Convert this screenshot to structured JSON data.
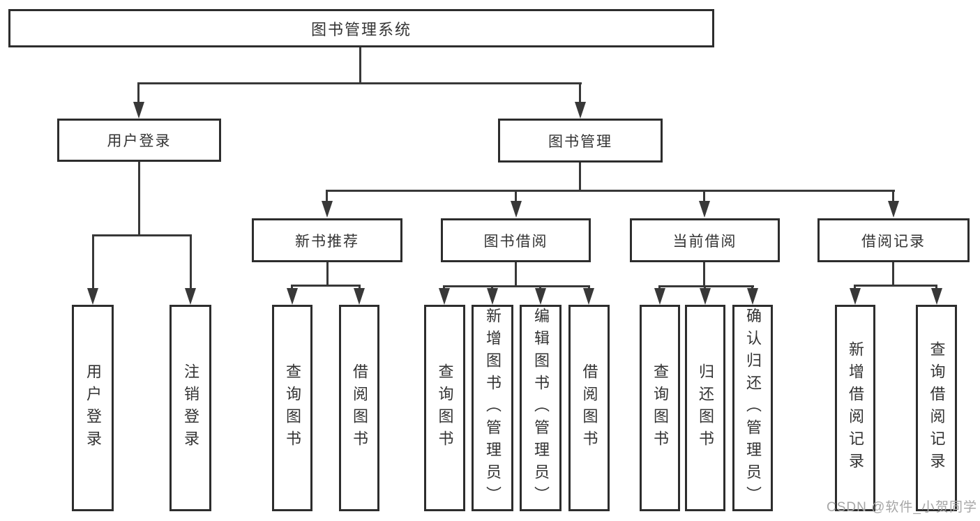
{
  "nodes": {
    "root": "图书管理系统",
    "level2": [
      "用户登录",
      "图书管理"
    ],
    "level3": [
      "新书推荐",
      "图书借阅",
      "当前借阅",
      "借阅记录"
    ],
    "leaves_user_login": [
      "用户登录",
      "注销登录"
    ],
    "leaves_new_books": [
      "查询图书",
      "借阅图书"
    ],
    "leaves_borrow": [
      "查询图书",
      "新增图书（管理员）",
      "编辑图书（管理员）",
      "借阅图书"
    ],
    "leaves_current": [
      "查询图书",
      "归还图书",
      "确认归还（管理员）"
    ],
    "leaves_records": [
      "新增借阅记录",
      "查询借阅记录"
    ]
  },
  "hierarchy": {
    "图书管理系统": {
      "用户登录": [
        "用户登录",
        "注销登录"
      ],
      "图书管理": {
        "新书推荐": [
          "查询图书",
          "借阅图书"
        ],
        "图书借阅": [
          "查询图书",
          "新增图书（管理员）",
          "编辑图书（管理员）",
          "借阅图书"
        ],
        "当前借阅": [
          "查询图书",
          "归还图书",
          "确认归还（管理员）"
        ],
        "借阅记录": [
          "新增借阅记录",
          "查询借阅记录"
        ]
      }
    }
  },
  "watermark": {
    "text": "CSDN @软件_小贺同学"
  },
  "colors": {
    "line": "#383838",
    "border": "#2d2d2d",
    "text": "#333333",
    "background": "#ffffff",
    "watermark": "#a6a6a6"
  }
}
